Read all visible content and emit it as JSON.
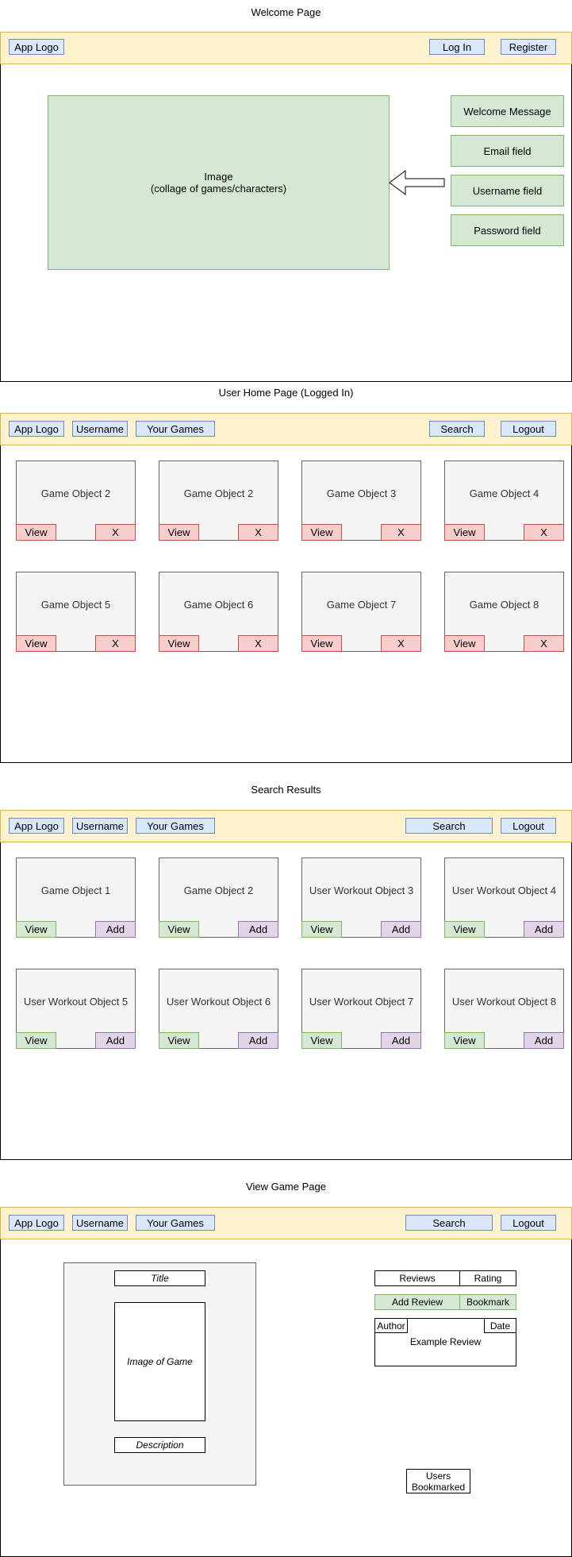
{
  "welcome": {
    "title": "Welcome Page",
    "header": {
      "logo": "App Logo",
      "login": "Log In",
      "register": "Register"
    },
    "image_line1": "Image",
    "image_line2": "(collage of games/characters)",
    "fields": [
      "Welcome Message",
      "Email field",
      "Username field",
      "Password field"
    ]
  },
  "home": {
    "title": "User Home Page (Logged In)",
    "header": {
      "logo": "App Logo",
      "username": "Username",
      "your_games": "Your Games",
      "search": "Search",
      "logout": "Logout"
    },
    "cards": [
      {
        "title": "Game Object 2",
        "left": "View",
        "right": "X"
      },
      {
        "title": "Game Object 2",
        "left": "View",
        "right": "X"
      },
      {
        "title": "Game Object 3",
        "left": "View",
        "right": "X"
      },
      {
        "title": "Game Object 4",
        "left": "View",
        "right": "X"
      },
      {
        "title": "Game Object 5",
        "left": "View",
        "right": "X"
      },
      {
        "title": "Game Object 6",
        "left": "View",
        "right": "X"
      },
      {
        "title": "Game Object 7",
        "left": "View",
        "right": "X"
      },
      {
        "title": "Game Object 8",
        "left": "View",
        "right": "X"
      }
    ]
  },
  "search": {
    "title": "Search Results",
    "header": {
      "logo": "App Logo",
      "username": "Username",
      "your_games": "Your Games",
      "search": "Search",
      "logout": "Logout"
    },
    "cards": [
      {
        "title": "Game Object 1",
        "left": "View",
        "right": "Add"
      },
      {
        "title": "Game Object 2",
        "left": "View",
        "right": "Add"
      },
      {
        "title": "User Workout Object 3",
        "left": "View",
        "right": "Add"
      },
      {
        "title": "User Workout Object 4",
        "left": "View",
        "right": "Add"
      },
      {
        "title": "User Workout Object 5",
        "left": "View",
        "right": "Add"
      },
      {
        "title": "User Workout Object 6",
        "left": "View",
        "right": "Add"
      },
      {
        "title": "User Workout Object 7",
        "left": "View",
        "right": "Add"
      },
      {
        "title": "User Workout Object 8",
        "left": "View",
        "right": "Add"
      }
    ]
  },
  "view": {
    "title": "View Game Page",
    "header": {
      "logo": "App Logo",
      "username": "Username",
      "your_games": "Your Games",
      "search": "Search",
      "logout": "Logout"
    },
    "game_title": "Title",
    "game_image": "Image of Game",
    "game_description": "Description",
    "reviews": "Reviews",
    "rating": "Rating",
    "add_review": "Add Review",
    "bookmark": "Bookmark",
    "author": "Author",
    "date": "Date",
    "example_review": "Example Review",
    "users_bookmarked_line1": "Users",
    "users_bookmarked_line2": "Bookmarked"
  }
}
